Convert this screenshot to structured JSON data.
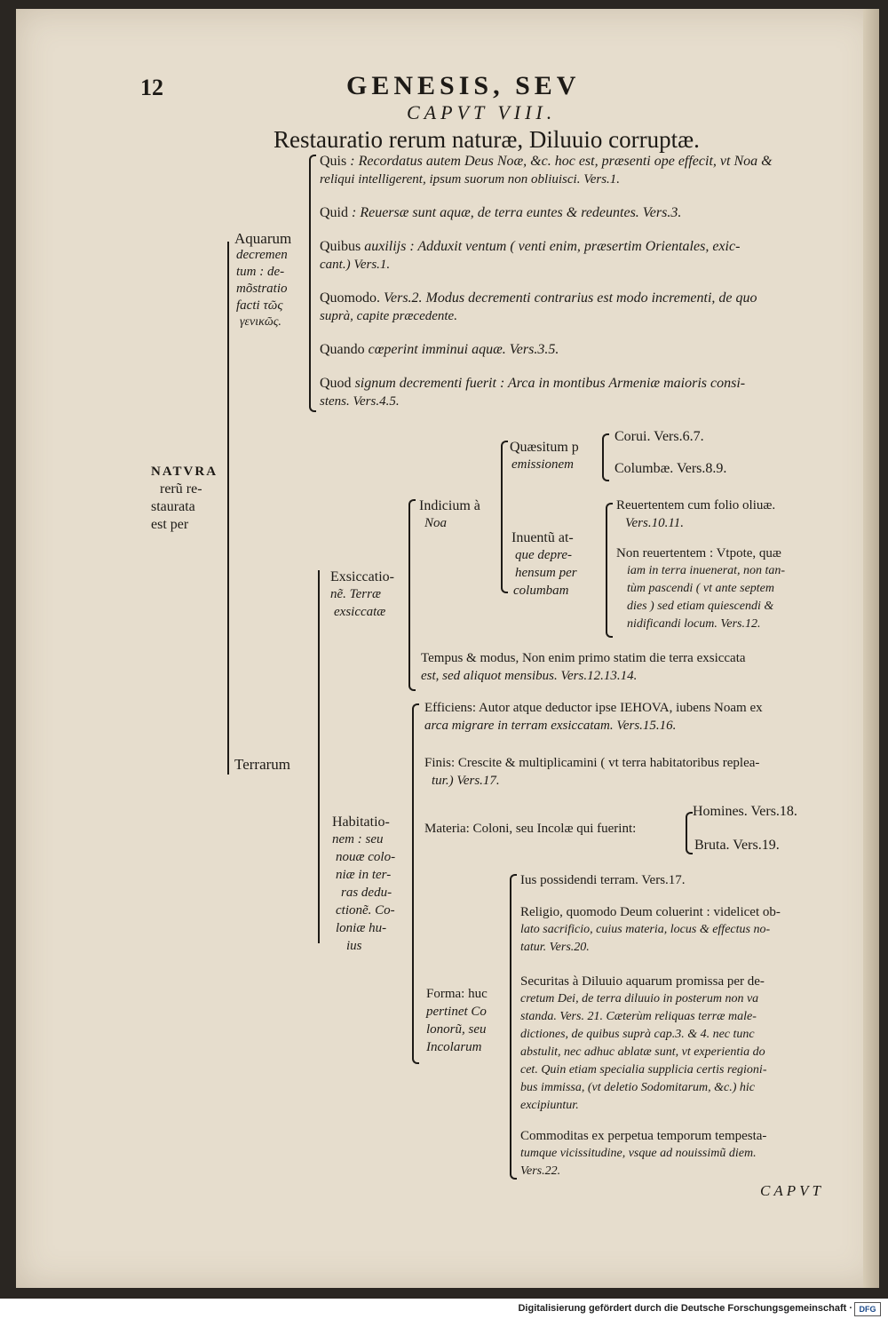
{
  "header": {
    "page_number": "12",
    "running_title": "GENESIS, SEV",
    "chapter": "CAPVT VIII.",
    "title": "Restauratio rerum naturæ, Diluuio corruptæ.",
    "catchword": "CAPVT"
  },
  "root": {
    "line1": "NATVRA",
    "line2": "rerũ re-",
    "line3": "staurata",
    "line4": "est per"
  },
  "aquarum": {
    "label": [
      "Aquarum",
      "decremen",
      "tum : de-",
      "mõstratio",
      "facti τῶς",
      "γενικῶς."
    ],
    "items": [
      {
        "lead": "Quis",
        "lines": [
          ": Recordatus autem Deus Noæ, &c. hoc est, præsenti ope effecit, vt Noa &",
          "reliqui intelligerent, ipsum suorum non obliuisci. Vers.1."
        ]
      },
      {
        "lead": "Quid",
        "lines": [
          ": Reuersæ sunt aquæ, de terra euntes & redeuntes. Vers.3."
        ]
      },
      {
        "lead": "Quibus",
        "lines": [
          "auxilijs : Adduxit ventum ( venti enim, præsertim Orientales, exic-",
          "cant.) Vers.1."
        ]
      },
      {
        "lead": "Quomodo.",
        "lines": [
          "Vers.2. Modus decrementi contrarius est modo incrementi, de quo",
          "suprà, capite præcedente."
        ]
      },
      {
        "lead": "Quando",
        "lines": [
          "cœperint imminui aquæ. Vers.3.5."
        ]
      },
      {
        "lead": "Quod",
        "lines": [
          "signum decrementi fuerit : Arca in montibus Armeniæ maioris consi-",
          "stens. Vers.4.5."
        ]
      }
    ]
  },
  "terrarum": {
    "label": "Terrarum",
    "exsiccatio": {
      "label": [
        "Exsiccatio-",
        "nẽ. Terræ",
        "exsiccatæ"
      ],
      "indicium": {
        "label": [
          "Indicium à",
          "Noa"
        ],
        "quaesitum": {
          "label": [
            "Quæsitum p",
            "emissionem"
          ],
          "items": [
            "Corui. Vers.6.7.",
            "Columbæ. Vers.8.9."
          ]
        },
        "inventum": {
          "label": [
            "Inuentũ at-",
            "que depre-",
            "hensum per",
            "columbam"
          ],
          "reuertentem": [
            "Reuertentem cum folio oliuæ.",
            "Vers.10.11."
          ],
          "non_reuertentem": [
            "Non reuertentem : Vtpote, quæ",
            "iam in terra inuenerat, non tan-",
            "tùm pascendi ( vt ante septem",
            "dies ) sed etiam quiescendi &",
            "nidificandi locum. Vers.12."
          ]
        }
      },
      "tempus": [
        "Tempus & modus, Non enim primo statim die terra exsiccata",
        "est, sed aliquot mensibus. Vers.12.13.14."
      ]
    },
    "habitatio": {
      "label": [
        "Habitatio-",
        "nem : seu",
        "nouæ colo-",
        "niæ in ter-",
        "ras dedu-",
        "ctionẽ. Co-",
        "loniæ hu-",
        "ius"
      ],
      "efficiens": [
        "Efficiens: Autor atque deductor ipse IEHOVA, iubens Noam ex",
        "arca migrare in terram exsiccatam. Vers.15.16."
      ],
      "finis": [
        "Finis: Crescite & multiplicamini ( vt terra habitatoribus replea-",
        "tur.) Vers.17."
      ],
      "materia": {
        "text": "Materia: Coloni, seu Incolæ qui fuerint:",
        "items": [
          "Homines. Vers.18.",
          "Bruta. Vers.19."
        ]
      },
      "forma": {
        "label": [
          "Forma: huc",
          "pertinet Co",
          "lonorũ, seu",
          "Incolarum"
        ],
        "items": [
          [
            "Ius possidendi terram. Vers.17."
          ],
          [
            "Religio, quomodo Deum coluerint : videlicet ob-",
            "lato sacrificio, cuius materia, locus & effectus no-",
            "tatur. Vers.20."
          ],
          [
            "Securitas à Diluuio aquarum promissa per de-",
            "cretum Dei, de terra diluuio in posterum non va",
            "standa. Vers. 21. Cæterùm reliquas terræ male-",
            "dictiones, de quibus suprà cap.3. & 4. nec tunc",
            "abstulit, nec adhuc ablatæ sunt, vt experientia do",
            "cet. Quin etiam specialia supplicia certis regioni-",
            "bus immissa, (vt deletio Sodomitarum, &c.) hic",
            "excipiuntur."
          ],
          [
            "Commoditas ex perpetua temporum tempesta-",
            "tumque vicissitudine, vsque ad nouissimũ diem.",
            "Vers.22."
          ]
        ]
      }
    }
  },
  "footer": {
    "text": "Digitalisierung gefördert durch die Deutsche Forschungsgemeinschaft ·",
    "logo": "DFG"
  }
}
